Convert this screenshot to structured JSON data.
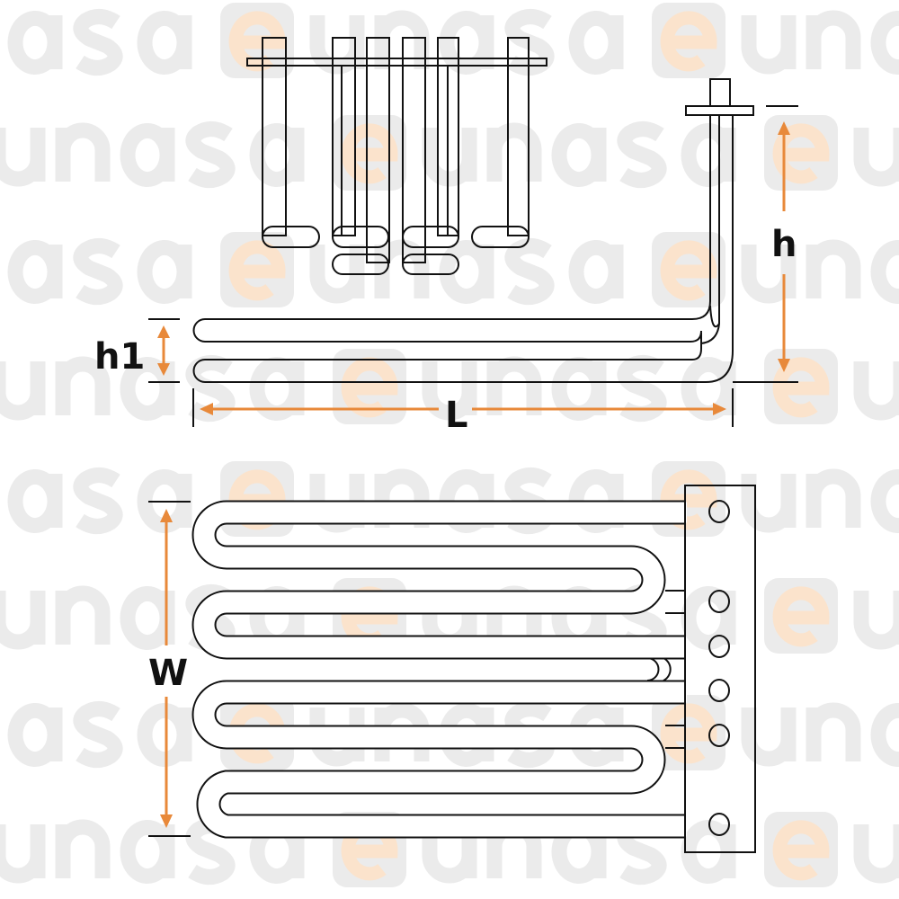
{
  "watermark": {
    "logo_text": "eunasa",
    "accent_color": "#e8893a"
  },
  "dimensions": {
    "h1": "h1",
    "h": "h",
    "L": "L",
    "W": "W"
  },
  "colors": {
    "dimension_arrow": "#e8893a",
    "outline": "#111111"
  }
}
